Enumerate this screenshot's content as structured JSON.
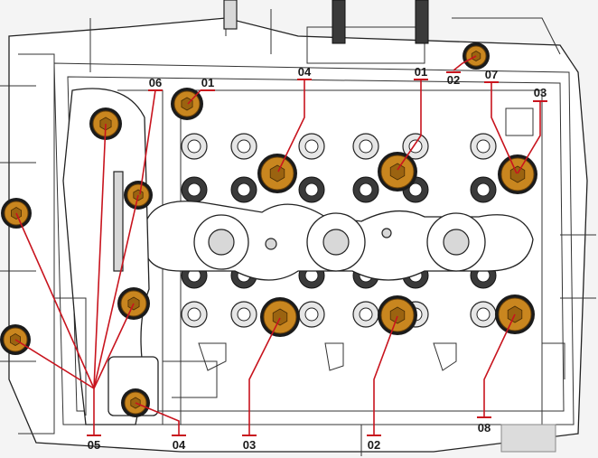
{
  "diagram": {
    "labels": [
      "06",
      "01",
      "04",
      "01",
      "02",
      "07",
      "03",
      "05",
      "04",
      "03",
      "02",
      "08"
    ],
    "accent_color": "#c8141e",
    "bolt_color": "#c9861f"
  }
}
